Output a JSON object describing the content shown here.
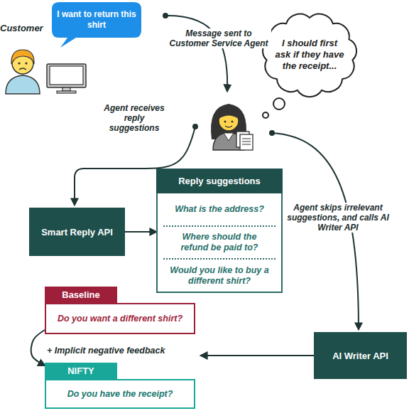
{
  "diagram": {
    "nodes": [
      {
        "text": [
          "I want to return this shirt"
        ]
      },
      {
        "text": [
          "I should first ask if they have the receipt..."
        ]
      },
      {
        "text": [
          "Smart Reply API"
        ]
      },
      {
        "text": [
          "Reply suggestions",
          "What is the address?",
          "Where should the refund be paid to?",
          "Would you like to buy a different shirt?"
        ]
      },
      {
        "text": [
          "AI Writer API"
        ]
      },
      {
        "text": [
          "Baseline",
          "Do you want a different shirt?"
        ]
      },
      {
        "text": [
          "NIFTY",
          "Do you have the receipt?"
        ]
      }
    ],
    "edges": [
      {
        "from": 2,
        "to": 3,
        "arrow": "to"
      },
      {
        "from": 5,
        "to": 6,
        "label": "+ Implicit negative feedback",
        "arrow": "to"
      }
    ],
    "labels": [
      "Customer",
      "Message sent to Customer Service Agent",
      "Agent receives reply suggestions",
      "Agent skips irrelevant suggestions, and calls AI Writer API"
    ]
  }
}
